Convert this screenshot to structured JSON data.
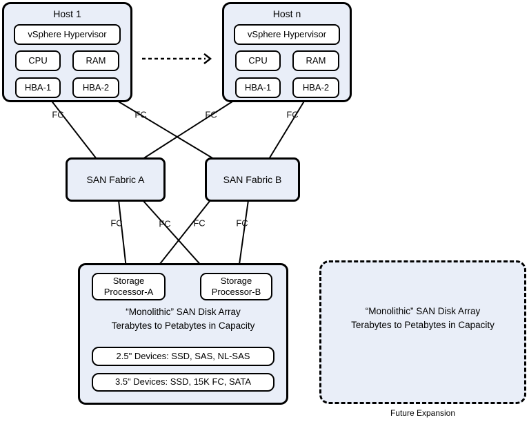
{
  "labels": {
    "fc": "FC"
  },
  "hosts": [
    {
      "title": "Host 1",
      "hypervisor": "vSphere Hypervisor",
      "cpu": "CPU",
      "ram": "RAM",
      "hba1": "HBA-1",
      "hba2": "HBA-2"
    },
    {
      "title": "Host n",
      "hypervisor": "vSphere Hypervisor",
      "cpu": "CPU",
      "ram": "RAM",
      "hba1": "HBA-1",
      "hba2": "HBA-2"
    }
  ],
  "fabrics": [
    {
      "label": "SAN Fabric A"
    },
    {
      "label": "SAN Fabric B"
    }
  ],
  "array": {
    "sp_a": "Storage Processor-A",
    "sp_b": "Storage Processor-B",
    "title_line1": "“Monolithic” SAN Disk Array",
    "title_line2": "Terabytes to Petabytes in Capacity",
    "devices": [
      "2.5\" Devices: SSD, SAS, NL-SAS",
      "3.5\" Devices: SSD, 15K FC, SATA"
    ]
  },
  "future": {
    "line1": "“Monolithic” SAN Disk Array",
    "line2": "Terabytes to Petabytes in Capacity",
    "caption": "Future Expansion"
  }
}
